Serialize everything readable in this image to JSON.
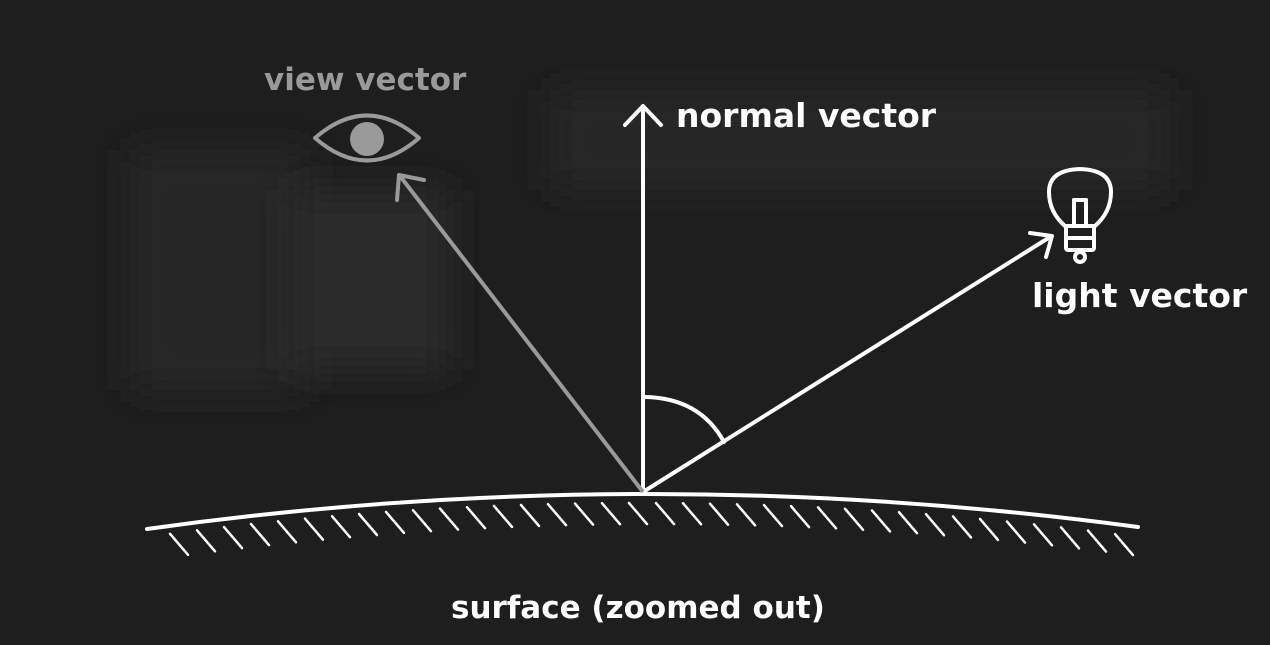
{
  "labels": {
    "view_vector": "view vector",
    "normal_vector": "normal vector",
    "light_vector": "light vector",
    "surface": "surface (zoomed out)"
  },
  "icons": {
    "view": "eye-icon",
    "light": "lightbulb-icon"
  },
  "colors": {
    "background": "#1e1e1e",
    "primary": "#ffffff",
    "muted": "#9a9a9a"
  }
}
